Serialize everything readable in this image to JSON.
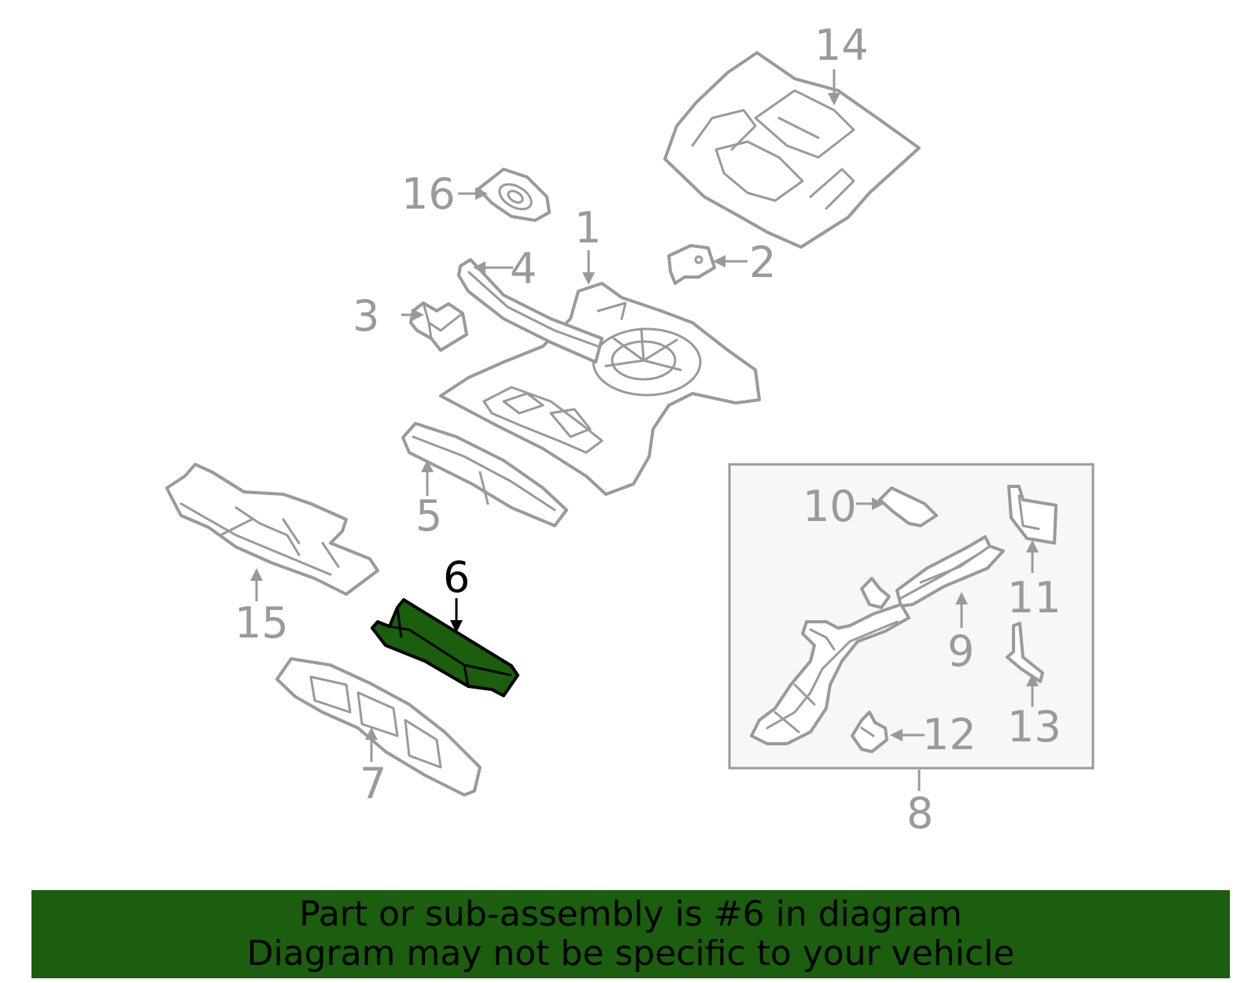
{
  "diagram": {
    "callouts": {
      "c1": "1",
      "c2": "2",
      "c3": "3",
      "c4": "4",
      "c5": "5",
      "c6": "6",
      "c7": "7",
      "c8": "8",
      "c9": "9",
      "c10": "10",
      "c11": "11",
      "c12": "12",
      "c13": "13",
      "c14": "14",
      "c15": "15",
      "c16": "16"
    },
    "highlighted_part": "6",
    "highlight_color": "#1a5e0e",
    "line_color": "#9a9a9a",
    "inset_background": "#f7f7f7"
  },
  "banner": {
    "line1": "Part or sub-assembly is #6 in diagram",
    "line2": "Diagram may not be specific to your vehicle",
    "background": "#1a5e0e"
  }
}
